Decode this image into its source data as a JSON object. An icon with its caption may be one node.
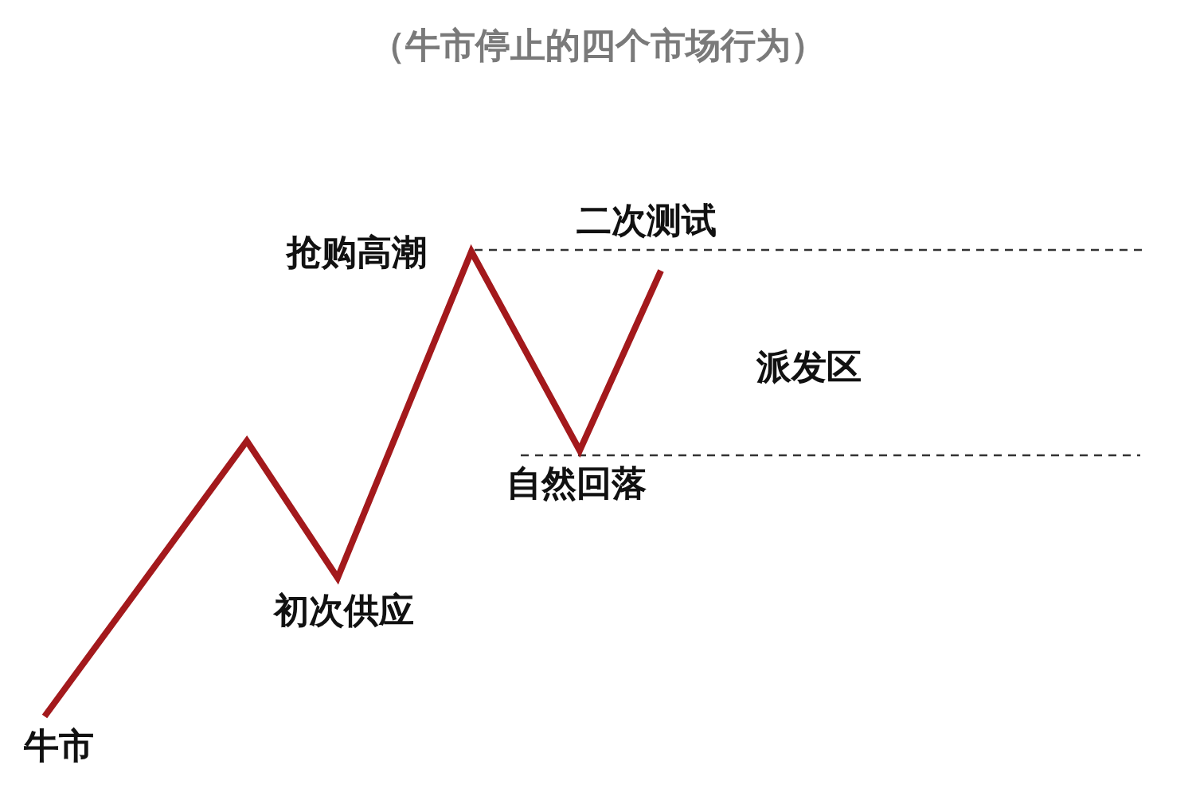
{
  "diagram": {
    "title": "（牛市停止的四个市场行为）",
    "labels": [
      "二次测试",
      "抢购高潮",
      "派发区",
      "自然回落",
      "初次供应",
      "牛市"
    ]
  }
}
